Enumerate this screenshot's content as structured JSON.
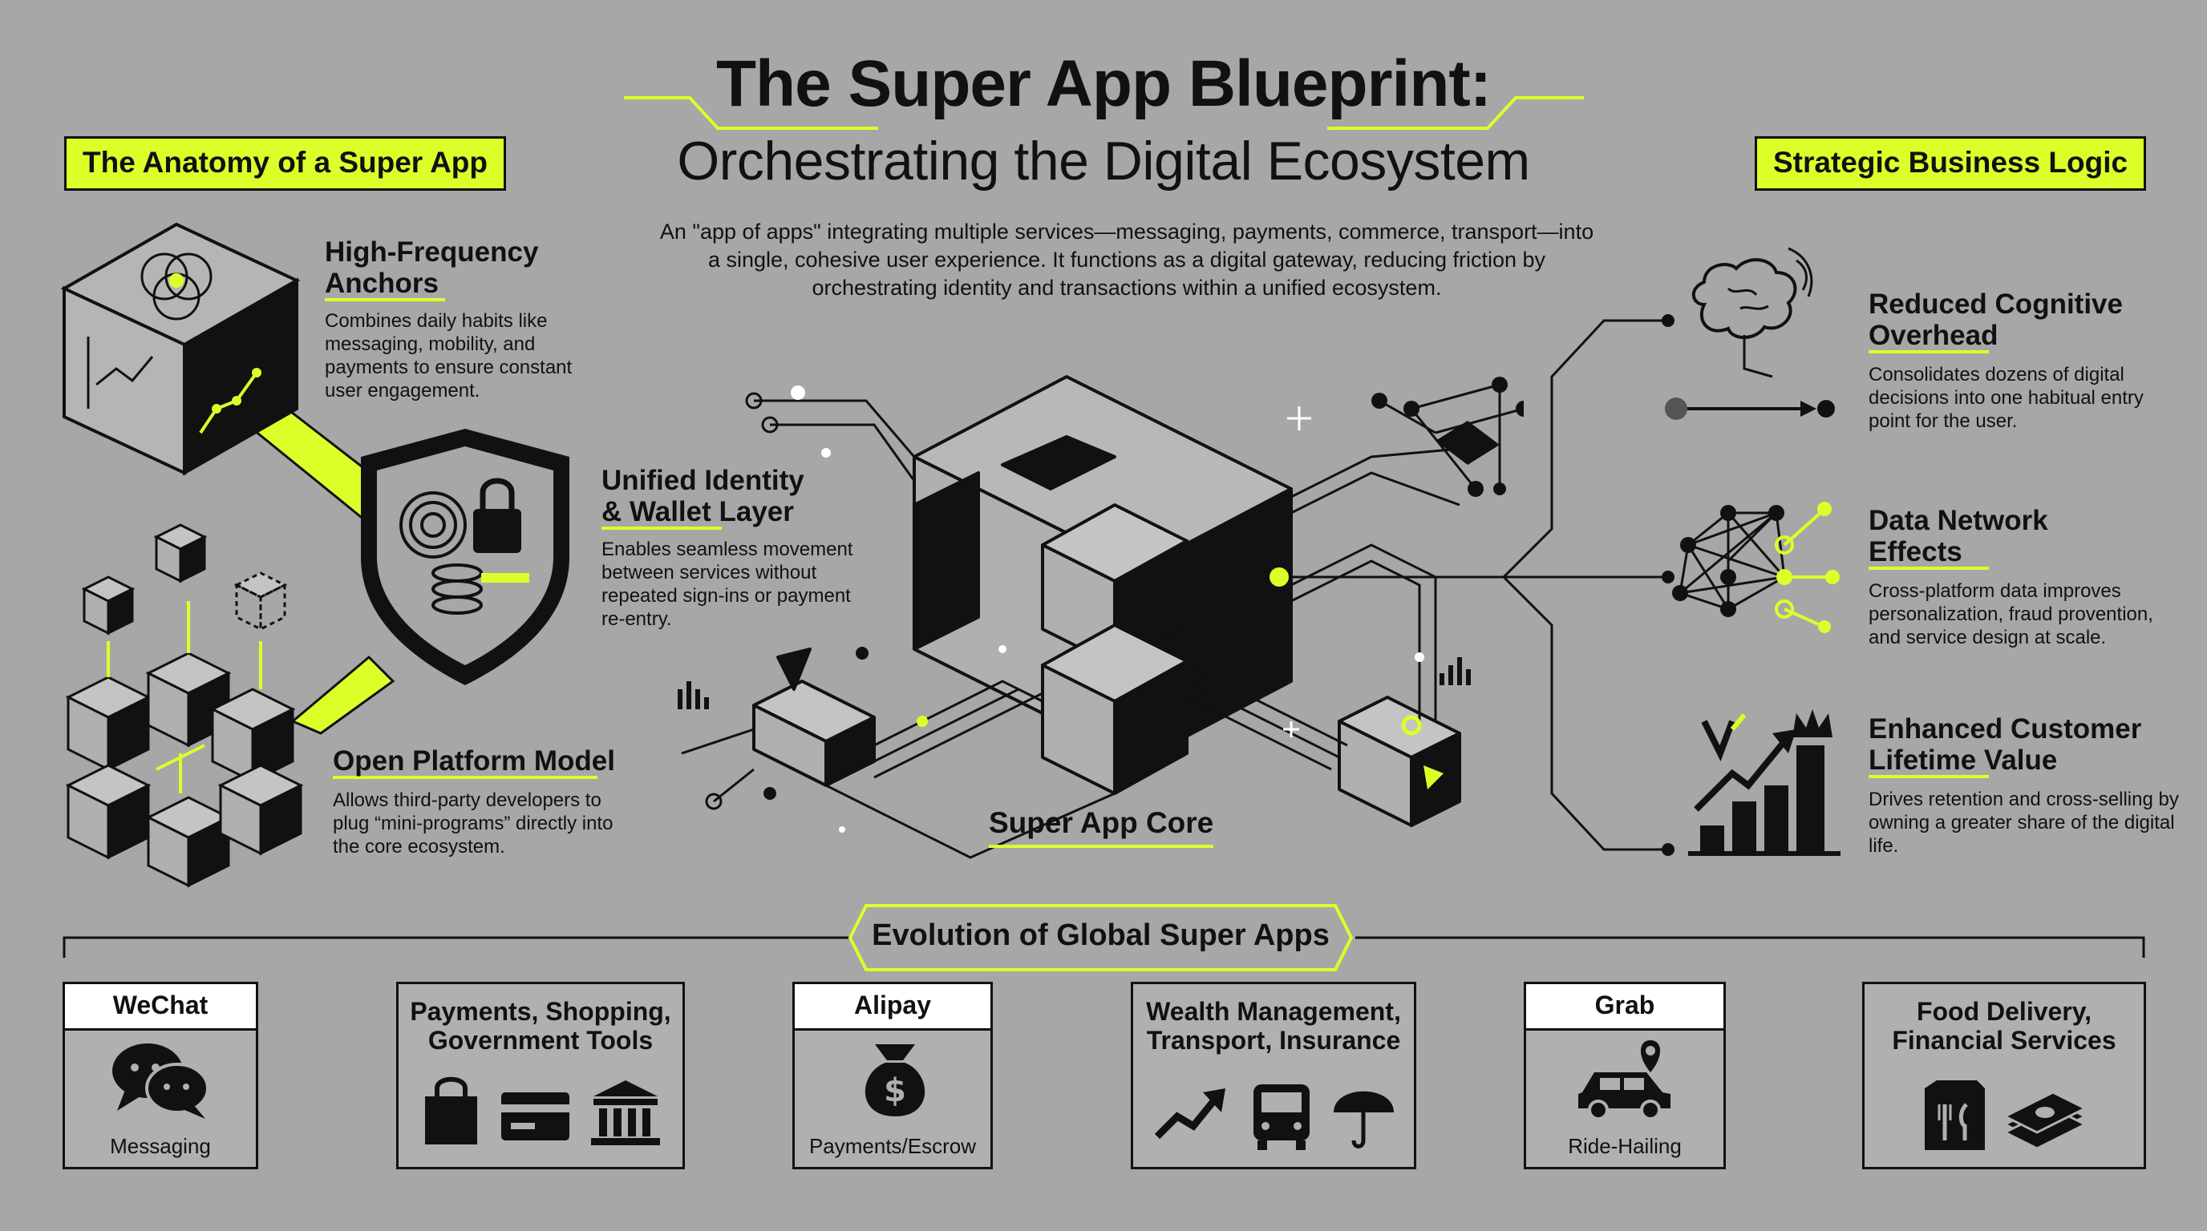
{
  "header": {
    "title": "The Super App Blueprint:",
    "subtitle": "Orchestrating the Digital Ecosystem",
    "intro": "An \"app of apps\" integrating multiple services—messaging, payments, commerce, transport—into a single, cohesive user experience. It functions as a digital gateway, reducing friction by orchestrating identity and transactions within a unified ecosystem."
  },
  "left": {
    "tag": "The Anatomy of a Super App",
    "items": [
      {
        "title_1": "High-Frequency",
        "title_2": "Anchors",
        "desc": "Combines daily habits like messaging, mobility, and payments to ensure constant user engagement."
      },
      {
        "title_1": "Unified Identity",
        "title_2": "& Wallet Layer",
        "desc": "Enables seamless movement between services without repeated sign-ins or payment re-entry."
      },
      {
        "title_1": "Open Platform Model",
        "title_2": "",
        "desc": "Allows third-party developers to plug “mini-programs” directly into the core ecosystem."
      }
    ]
  },
  "center": {
    "core_label": "Super App Core"
  },
  "right": {
    "tag": "Strategic Business Logic",
    "items": [
      {
        "title_1": "Reduced Cognitive",
        "title_2": "Overhead",
        "desc": "Consolidates dozens of digital decisions into one habitual entry point for the user."
      },
      {
        "title_1": "Data Network",
        "title_2": "Effects",
        "desc": "Cross-platform data improves personalization, fraud provention, and service design at scale."
      },
      {
        "title_1": "Enhanced Customer",
        "title_2": "Lifetime Value",
        "desc": "Drives retention and cross-selling by owning a greater share of the digital life."
      }
    ]
  },
  "evolution": {
    "title": "Evolution of Global Super Apps",
    "apps": [
      {
        "name": "WeChat",
        "caption": "Messaging"
      },
      {
        "line_1": "Payments, Shopping,",
        "line_2": "Government Tools"
      },
      {
        "name": "Alipay",
        "caption": "Payments/Escrow"
      },
      {
        "line_1": "Wealth Management,",
        "line_2": "Transport, Insurance"
      },
      {
        "name": "Grab",
        "caption": "Ride-Hailing"
      },
      {
        "line_1": "Food Delivery,",
        "line_2": "Financial Services"
      }
    ]
  },
  "colors": {
    "accent": "#dcff2a",
    "background": "#a7a7a7",
    "ink": "#111111"
  }
}
